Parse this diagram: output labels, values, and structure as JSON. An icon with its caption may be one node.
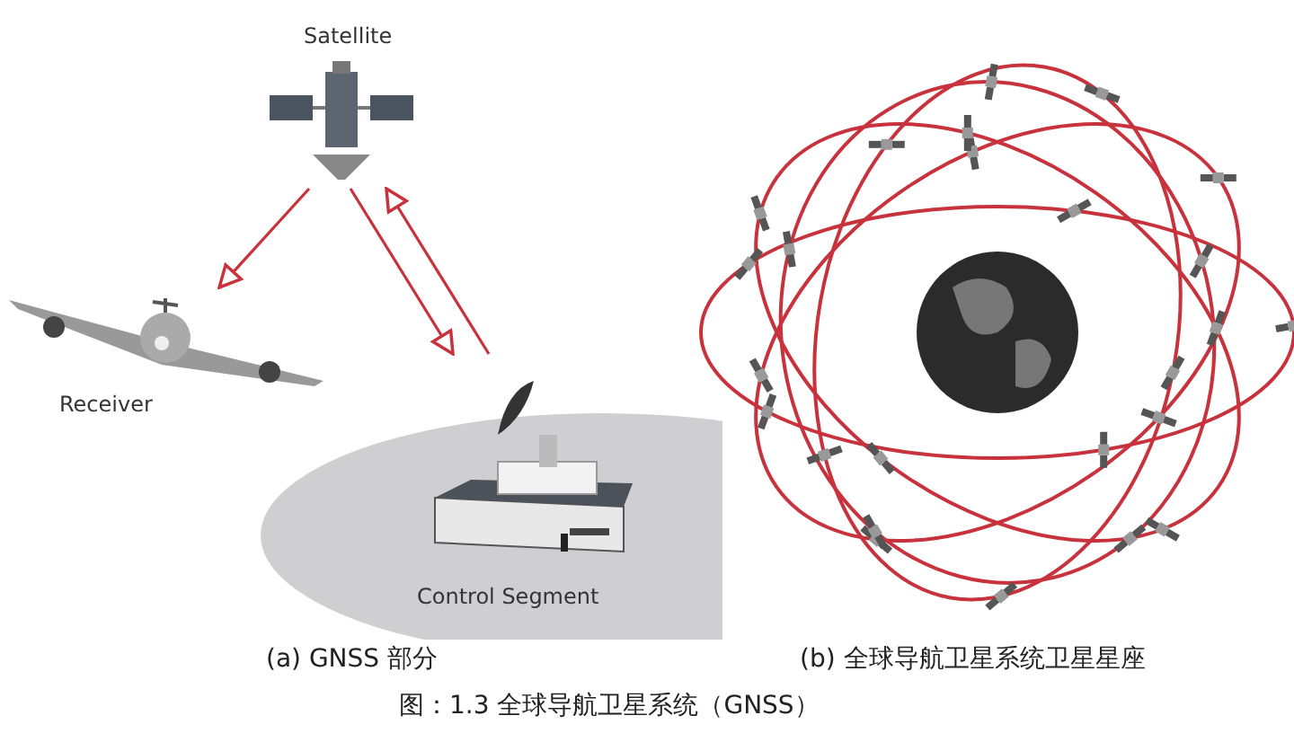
{
  "diagram": {
    "caption": "图：1.3 全球导航卫星系统（GNSS）",
    "nodes": [
      {
        "text": [
          "Satellite"
        ]
      },
      {
        "text": [
          "Receiver"
        ]
      },
      {
        "text": [
          "Control Segment"
        ]
      }
    ],
    "edges": [
      {
        "from": 0,
        "to": 1,
        "arrow": "to"
      },
      {
        "from": 0,
        "to": 2,
        "arrow": "to"
      },
      {
        "from": 2,
        "to": 0,
        "arrow": "to"
      }
    ],
    "labels": [
      "(a) GNSS 部分",
      "(b) 全球导航卫星系统卫星星座"
    ]
  }
}
